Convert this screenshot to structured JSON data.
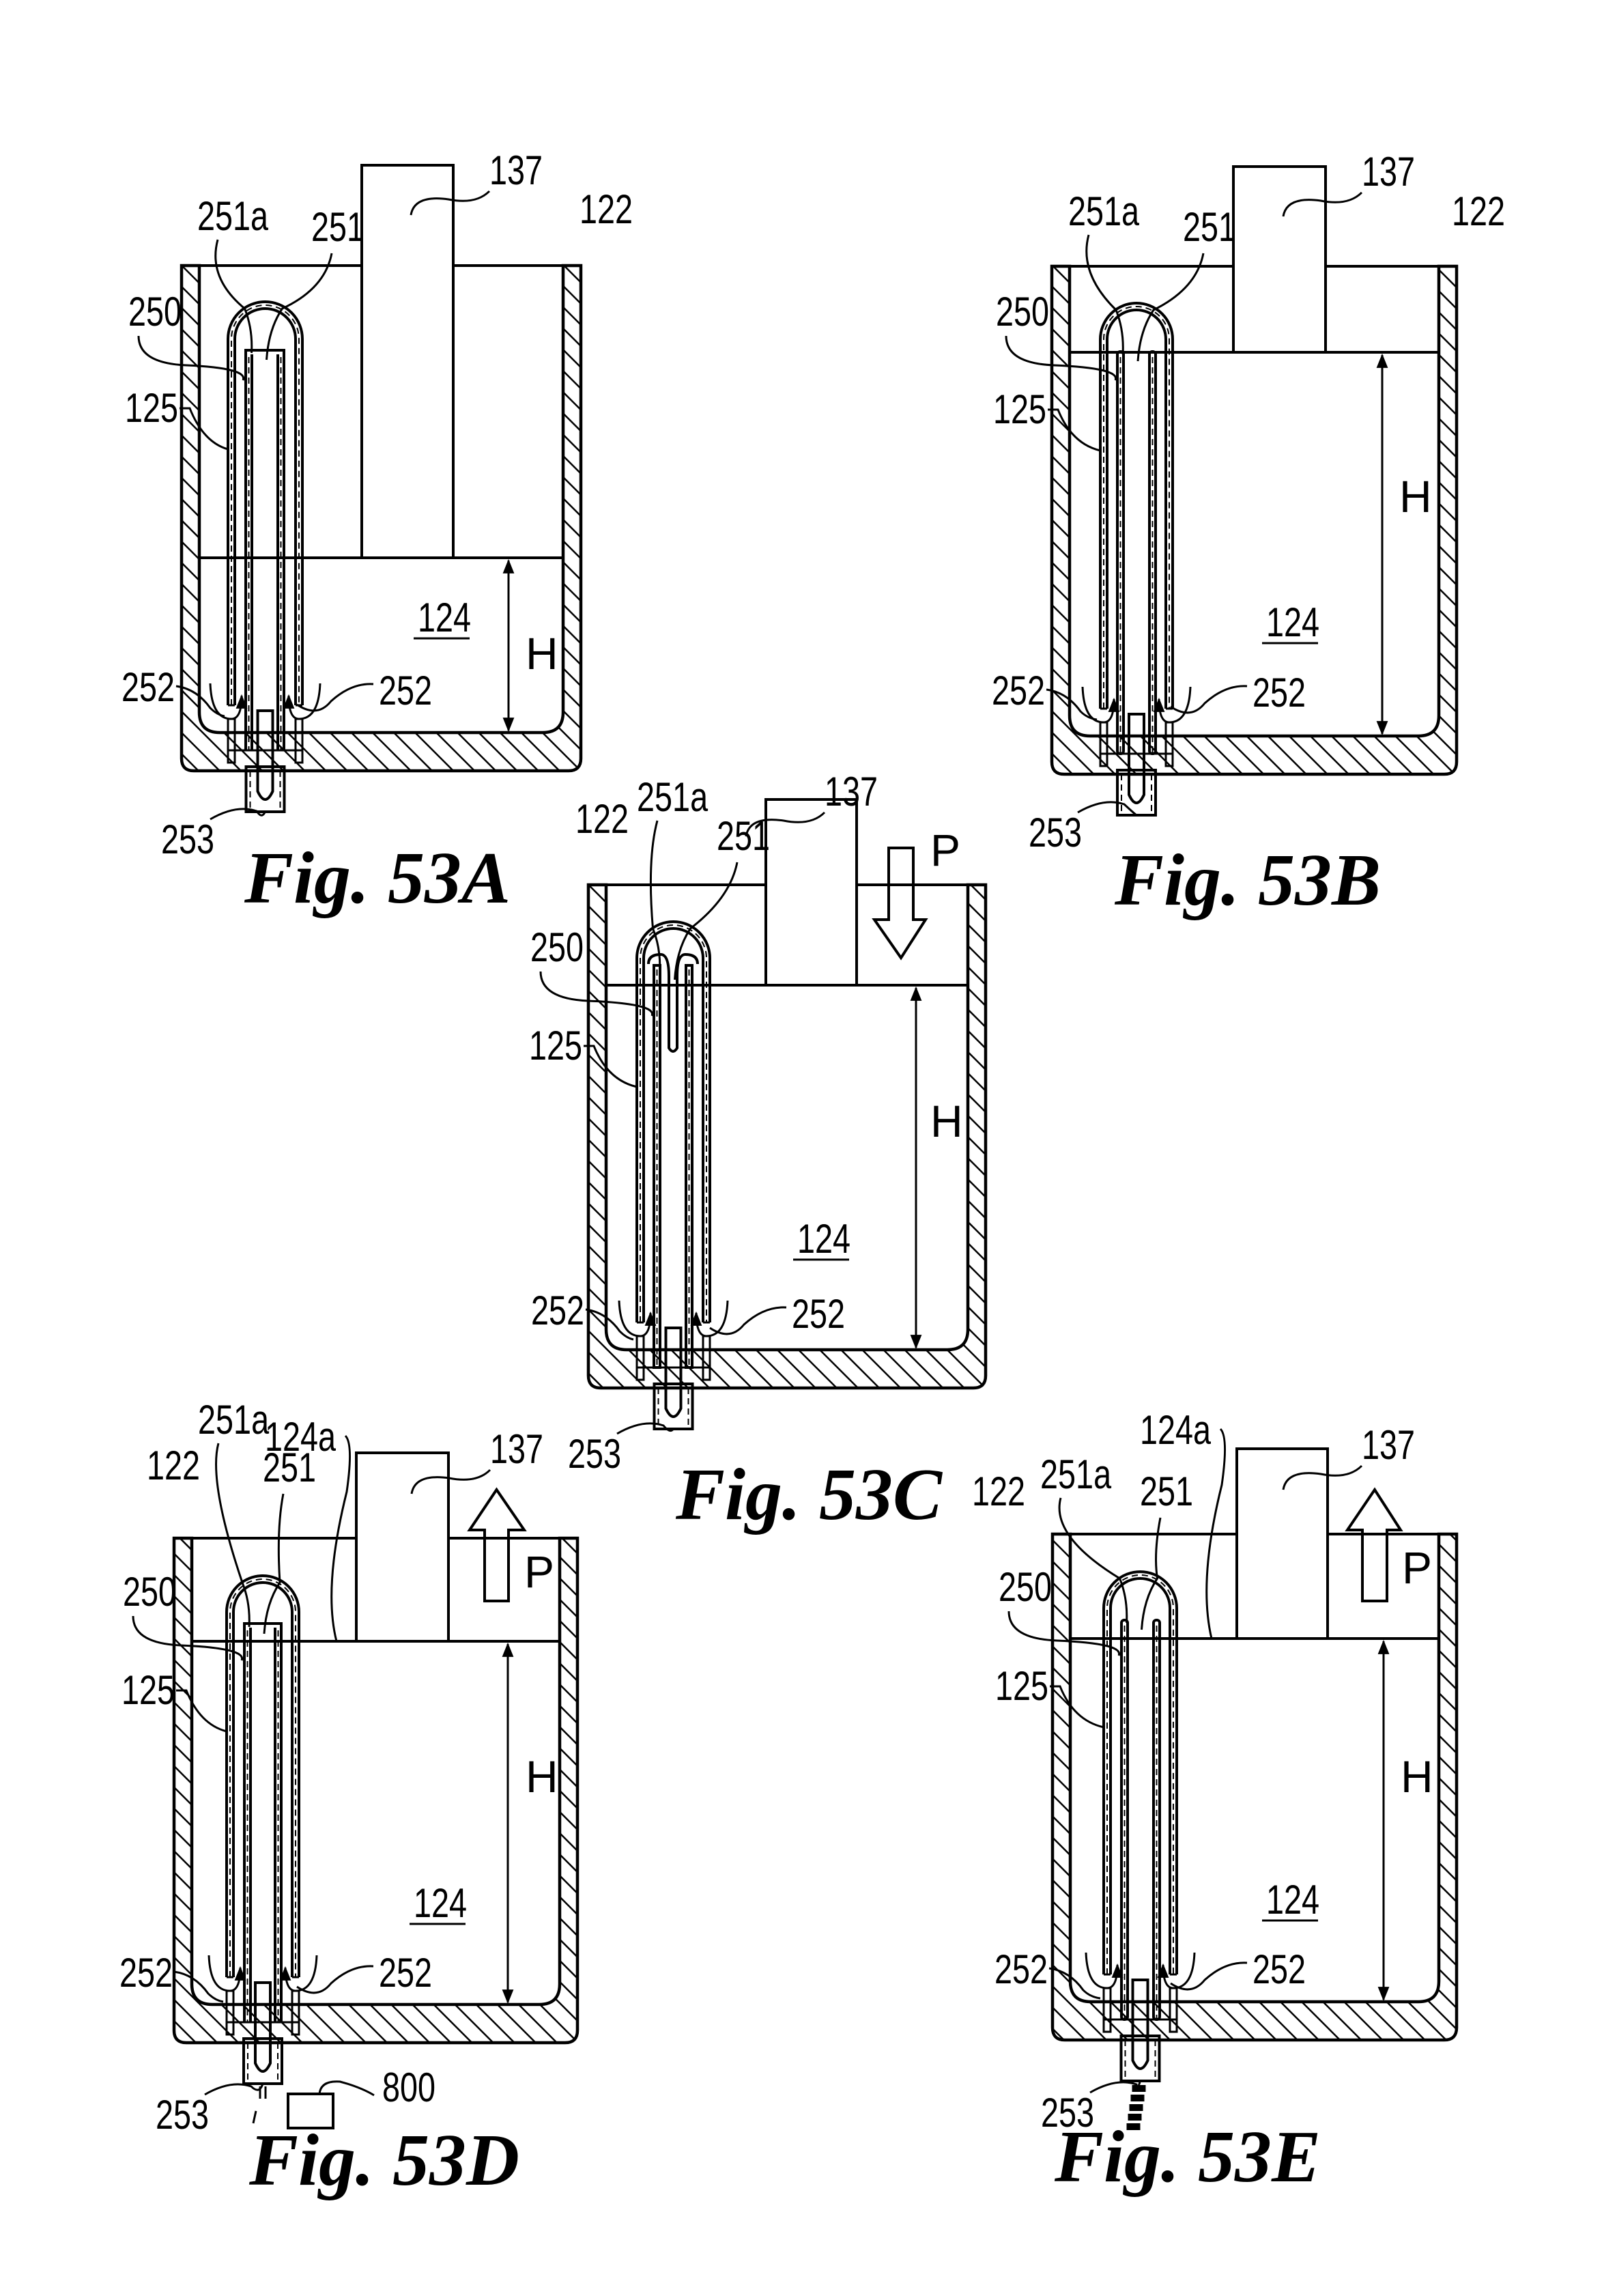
{
  "sheet": {
    "kind": "patent drawing sheet",
    "figures": [
      {
        "id": "53A",
        "caption": "Fig. 53A",
        "state": "plunger raised, low liquid level",
        "labels": {
          "container": "122",
          "liquid": "124",
          "outer_tube": "125",
          "plunger": "137",
          "gap": "250",
          "inner_tube": "251",
          "inner_tube_end": "251a",
          "ports": "252",
          "nozzle": "253",
          "height": "H"
        }
      },
      {
        "id": "53B",
        "caption": "Fig. 53B",
        "state": "plunger lowered to liquid surface, high liquid level",
        "labels": {
          "container": "122",
          "liquid": "124",
          "outer_tube": "125",
          "plunger": "137",
          "gap": "250",
          "inner_tube": "251",
          "inner_tube_end": "251a",
          "ports": "252",
          "nozzle": "253",
          "height": "H"
        }
      },
      {
        "id": "53C",
        "caption": "Fig. 53C",
        "state": "plunger pressed down",
        "labels": {
          "container": "122",
          "liquid": "124",
          "outer_tube": "125",
          "plunger": "137",
          "gap": "250",
          "inner_tube": "251",
          "inner_tube_end": "251a",
          "ports": "252",
          "nozzle": "253",
          "height": "H",
          "pressure": "P"
        }
      },
      {
        "id": "53D",
        "caption": "Fig. 53D",
        "state": "plunger lifted, droplet dispensed to target",
        "labels": {
          "container": "122",
          "liquid": "124",
          "liquid_surface": "124a",
          "outer_tube": "125",
          "plunger": "137",
          "gap": "250",
          "inner_tube": "251",
          "inner_tube_end": "251a",
          "ports": "252",
          "nozzle": "253",
          "height": "H",
          "pressure": "P",
          "target": "800"
        }
      },
      {
        "id": "53E",
        "caption": "Fig. 53E",
        "state": "plunger lifted, stream dispensed",
        "labels": {
          "container": "122",
          "liquid": "124",
          "liquid_surface": "124a",
          "outer_tube": "125",
          "plunger": "137",
          "gap": "250",
          "inner_tube": "251",
          "inner_tube_end": "251a",
          "ports": "252",
          "nozzle": "253",
          "height": "H",
          "pressure": "P"
        }
      }
    ]
  }
}
